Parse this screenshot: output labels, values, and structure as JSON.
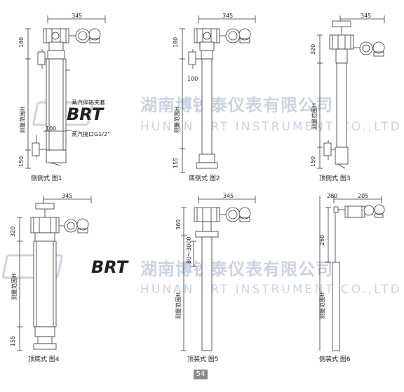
{
  "watermark": {
    "company_cn": "湖南博锐泰仪表有限公司",
    "company_en": "HUNAN BRT INSTRUMENT CO.,LTD",
    "logo_text": "BRT"
  },
  "figures": [
    {
      "caption": "侧侧式  图1",
      "dims": {
        "width": "345",
        "top": "180",
        "offset": "100",
        "range": "测量范围H",
        "bottom": "150"
      },
      "notes": [
        "蒸汽伴热夹套",
        "蒸汽接口G1/2\""
      ]
    },
    {
      "caption": "底侧式  图2",
      "dims": {
        "width": "345",
        "top": "180",
        "offset": "100",
        "range": "测量范围H",
        "bottom": "155"
      }
    },
    {
      "caption": "顶侧式  图3",
      "dims": {
        "width": "345",
        "top": "320",
        "range": "测量范围H",
        "bottom": "150"
      }
    },
    {
      "caption": "顶底式  图4",
      "dims": {
        "width": "345",
        "top": "320",
        "range": "测量范围H",
        "bottom": "155"
      }
    },
    {
      "caption": "顶装式  图5",
      "dims": {
        "width": "345",
        "top": "360",
        "insert": "80～3000",
        "range": "测量范围H"
      }
    },
    {
      "caption": "侧装式  图6",
      "dims": {
        "width_a": "280",
        "width_b": "205",
        "top": "260",
        "range": "测量范围H"
      }
    }
  ],
  "page_number": "54"
}
